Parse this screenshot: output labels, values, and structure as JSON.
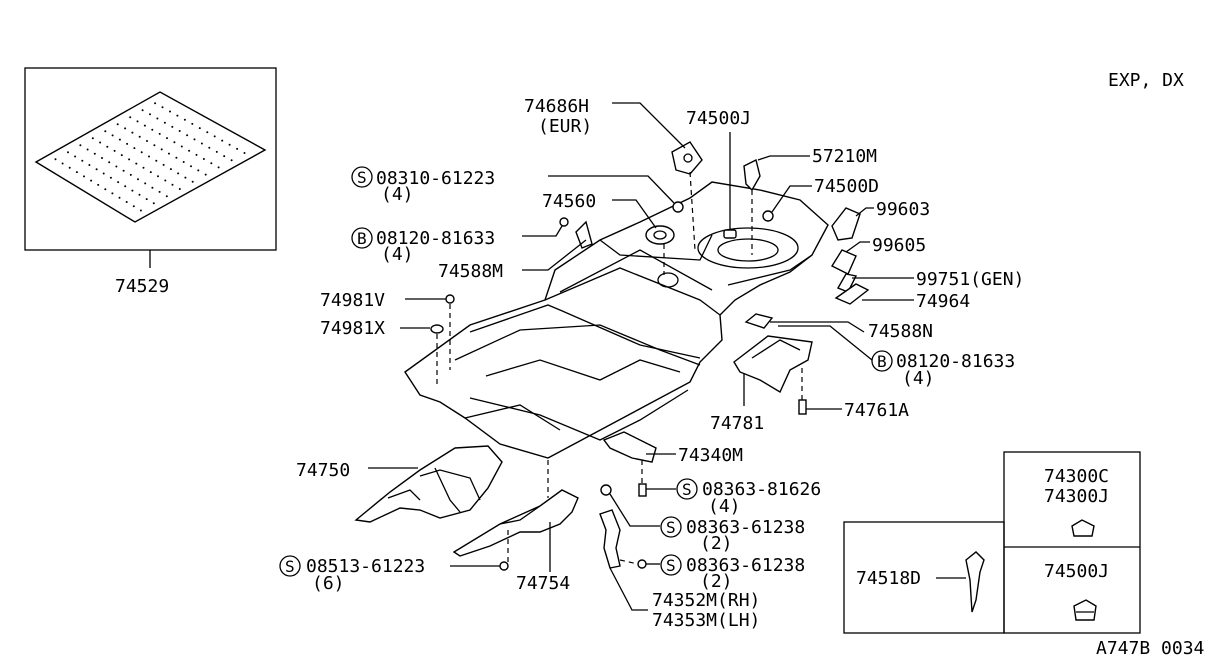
{
  "variant": "EXP, DX",
  "figure_id": "A747B 0034",
  "labels": {
    "p74529": "74529",
    "p74686H": "74686H",
    "p74686H_note": "(EUR)",
    "p74500J_top": "74500J",
    "p57210M": "57210M",
    "p08310": "08310-61223",
    "p08310_qty": "(4)",
    "p74500D": "74500D",
    "p74560": "74560",
    "p99603": "99603",
    "p08120_left": "08120-81633",
    "p08120_left_qty": "(4)",
    "p99605": "99605",
    "p74588M": "74588M",
    "p99751": "99751(GEN)",
    "p74964": "74964",
    "p74981V": "74981V",
    "p74981X": "74981X",
    "p74588N": "74588N",
    "p08120_right": "08120-81633",
    "p08120_right_qty": "(4)",
    "p74781": "74781",
    "p74761A": "74761A",
    "p74750": "74750",
    "p74340M": "74340M",
    "p08363_81626": "08363-81626",
    "p08363_81626_qty": "(4)",
    "p08363_61238_a": "08363-61238",
    "p08363_61238_a_qty": "(2)",
    "p08513": "08513-61223",
    "p08513_qty": "(6)",
    "p08363_61238_b": "08363-61238",
    "p08363_61238_b_qty": "(2)",
    "p74754": "74754",
    "p74352M": "74352M(RH)",
    "p74353M": "74353M(LH)",
    "p74518D": "74518D",
    "p74300C": "74300C",
    "p74300J": "74300J",
    "p74500J_box": "74500J"
  },
  "prefix": {
    "screw": "S",
    "bolt": "B"
  }
}
